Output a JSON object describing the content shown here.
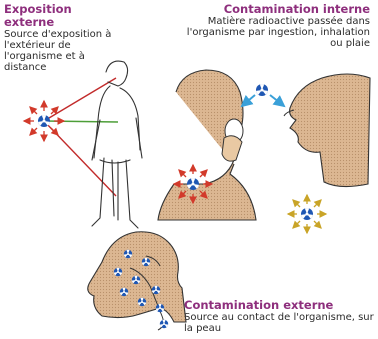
{
  "blocks": {
    "externe": {
      "title": "Exposition externe",
      "text": "Source d'exposition à l'extérieur de l'organisme et à distance"
    },
    "interne": {
      "title": "Contamination interne",
      "text": "Matière radioactive passée dans l'organisme par ingestion, inhalation ou plaie"
    },
    "contact": {
      "title": "Contamination externe",
      "text": "Source au contact de l'organisme, sur la peau"
    }
  },
  "colors": {
    "title": "#8e2f7d",
    "skin": "#d9b48f",
    "radiation_symbol": "#1f57b3",
    "ray_arrow": "#d23a2b",
    "line_red": "#c22b2b",
    "line_green": "#4d9e38",
    "ray_arrow_yellow": "#c9a427",
    "inhale_arrow": "#3aa0d8"
  },
  "icons": [
    "radiation-source-icon",
    "radiation-particle-icon"
  ]
}
